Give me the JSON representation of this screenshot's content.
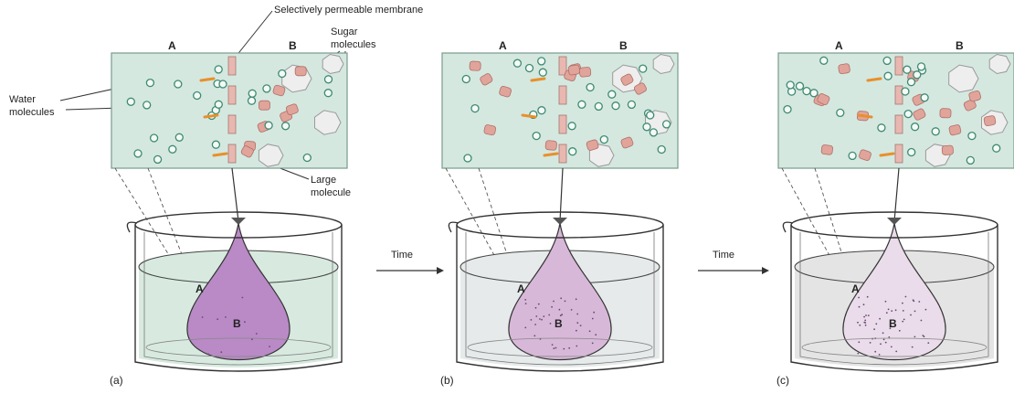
{
  "labels": {
    "membrane": "Selectively permeable membrane",
    "sugar": [
      "Sugar",
      "molecules"
    ],
    "water": [
      "Water",
      "molecules"
    ],
    "large": [
      "Large",
      "molecule"
    ],
    "time": "Time"
  },
  "panels": [
    {
      "caption": "(a)",
      "side_a": "A",
      "side_b": "B",
      "bag": "B",
      "beaker_a": "A"
    },
    {
      "caption": "(b)",
      "side_a": "A",
      "side_b": "B",
      "bag": "B",
      "beaker_a": "A"
    },
    {
      "caption": "(c)",
      "side_a": "A",
      "side_b": "B",
      "bag": "B",
      "beaker_a": "A"
    }
  ],
  "colors": {
    "solution": "#d4e8e0",
    "water_molecule": "#3f8a72",
    "sugar_molecule": "#e0a49a",
    "large_molecule": "#eeeeee",
    "membrane": "#e8b8b0",
    "bag_a": "#b98ac6",
    "bag_b": "#d8b8d8",
    "bag_c": "#eadcea",
    "beaker_liquid_a": "#d8eae0",
    "beaker_liquid_b": "#e6eaea",
    "beaker_liquid_c": "#e4e4e4",
    "arrow": "#e8902a"
  }
}
